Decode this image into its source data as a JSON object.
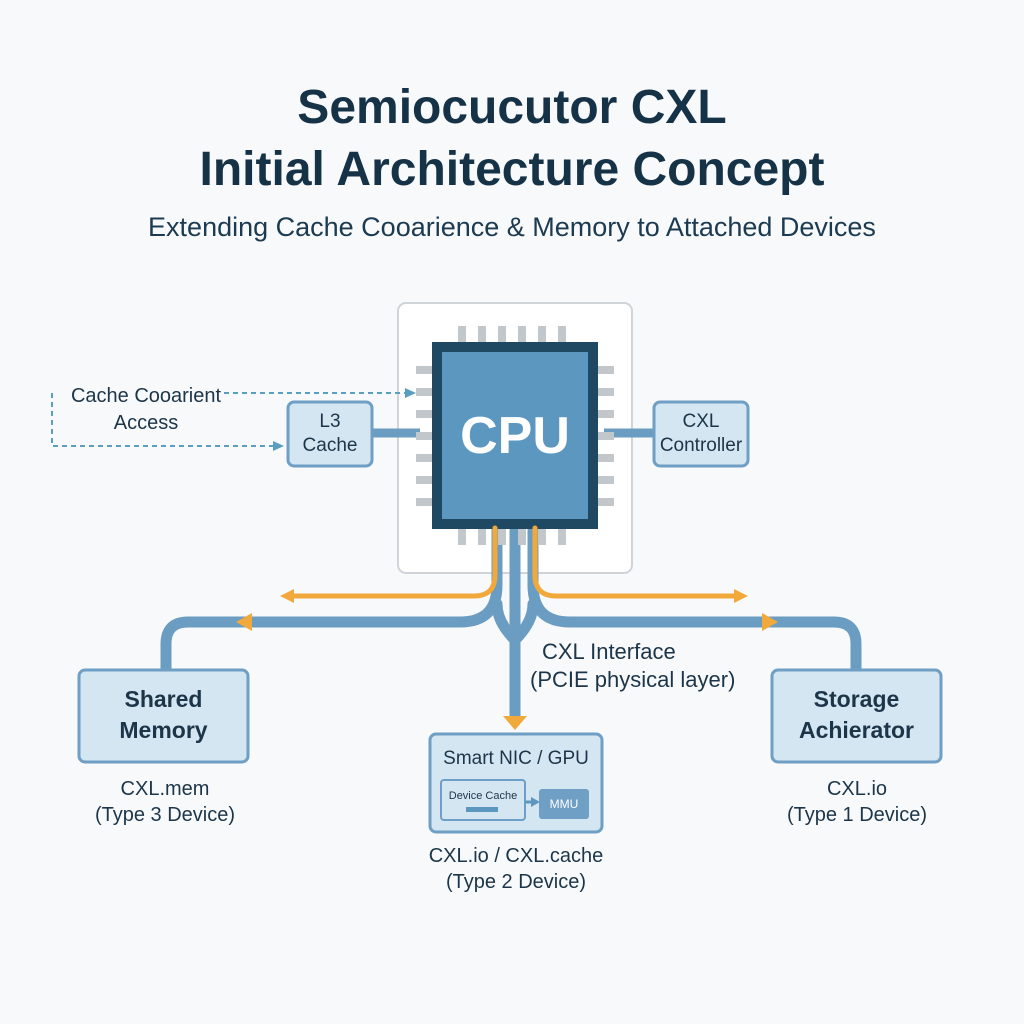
{
  "header": {
    "title_line1": "Semiocucutor CXL",
    "title_line2": "Initial Architecture Concept",
    "subtitle": "Extending Cache Cooarience & Memory to Attached Devices"
  },
  "cpu": {
    "label": "CPU"
  },
  "l3_cache": {
    "line1": "L3",
    "line2": "Cache"
  },
  "cxl_controller": {
    "line1": "CXL",
    "line2": "Controller"
  },
  "cache_access": {
    "line1": "Cache Cooarient",
    "line2": "Access"
  },
  "interface": {
    "line1": "CXL Interface",
    "line2": "(PCIE physical layer)"
  },
  "shared_memory": {
    "line1": "Shared",
    "line2": "Memory",
    "caption_line1": "CXL.mem",
    "caption_line2": "(Type 3 Device)"
  },
  "smart_nic": {
    "title": "Smart NIC / GPU",
    "device_cache": "Device Cache",
    "mmu": "MMU",
    "caption_line1": "CXL.io / CXL.cache",
    "caption_line2": "(Type 2 Device)"
  },
  "storage": {
    "line1": "Storage",
    "line2": "Achierator",
    "caption_line1": "CXL.io",
    "caption_line2": "(Type 1 Device)"
  },
  "colors": {
    "bus": "#6b9dc2",
    "arrow": "#f2a93b",
    "cpu_fill": "#5c97c0",
    "cpu_border": "#1f4863",
    "box_fill": "#d5e6f3",
    "box_border": "#6f9fc4"
  }
}
